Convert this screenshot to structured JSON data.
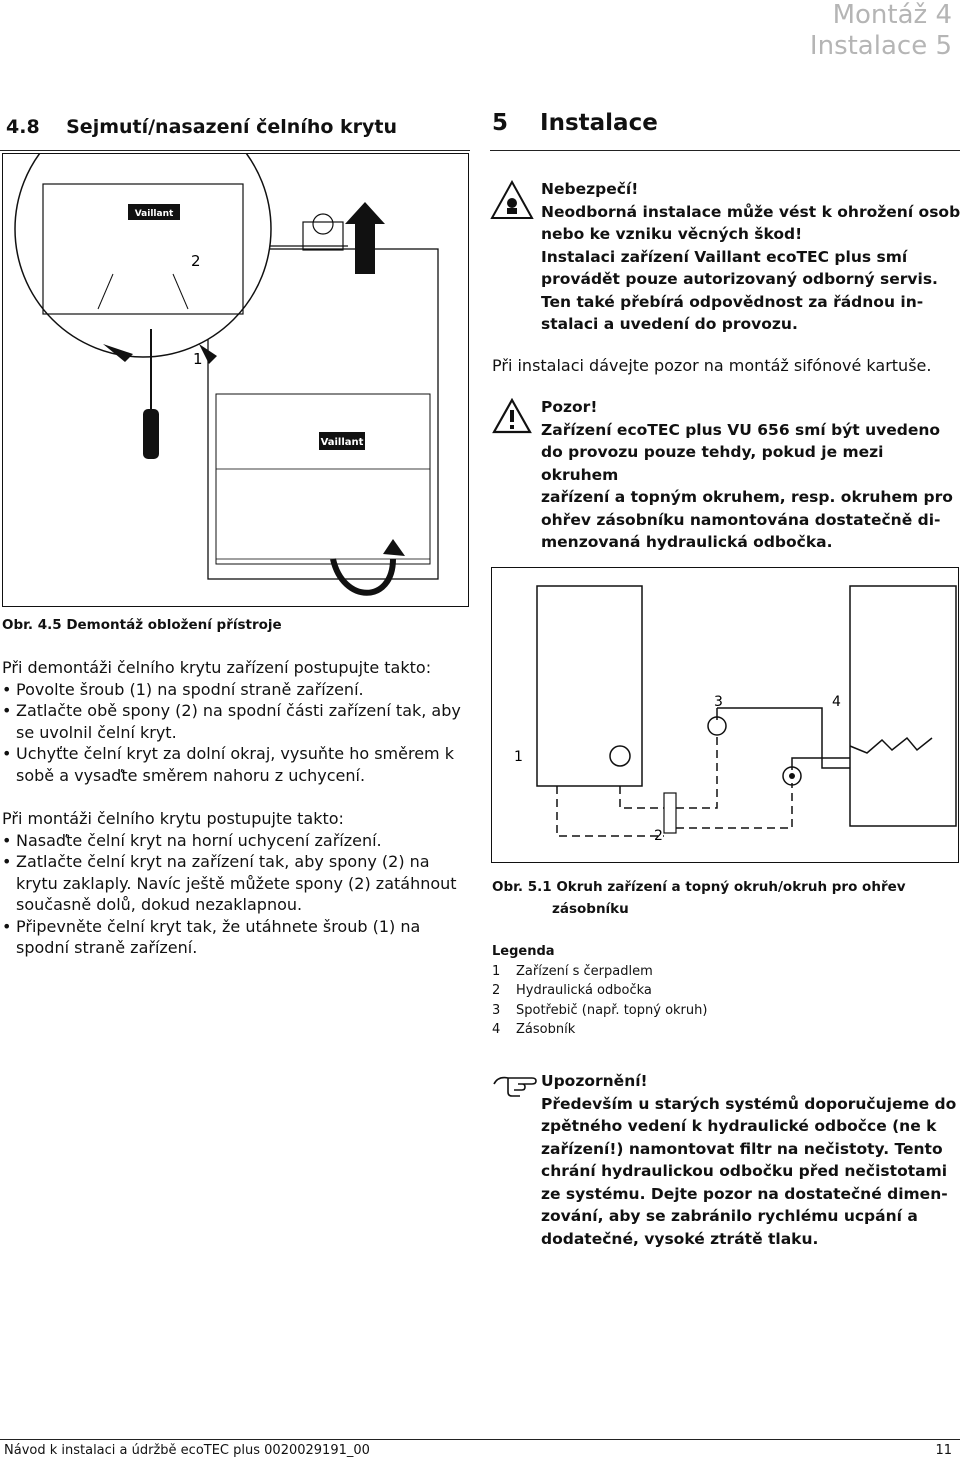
{
  "header": {
    "line1": "Montáž 4",
    "line2": "Instalace 5"
  },
  "left": {
    "section_title": "4.8    Sejmutí/nasazení čelního krytu",
    "figure": {
      "label_1": "1",
      "label_2": "2",
      "brand": "Vaillant"
    },
    "caption": "Obr. 4.5 Demontáž obložení přístroje",
    "removal_intro": "Při demontáži čelního krytu zařízení postupujte takto:",
    "removal_steps": [
      "Povolte šroub (1) na spodní straně zařízení.",
      "Zatlačte obě spony (2) na spodní části zařízení tak, aby se uvolnil čelní kryt.",
      "Uchyťte čelní kryt za dolní okraj, vysuňte ho směrem k sobě a vysaďte směrem nahoru z uchycení."
    ],
    "mount_intro": "Při montáži čelního krytu postupujte takto:",
    "mount_steps": [
      "Nasaďte čelní kryt na horní uchycení zařízení.",
      "Zatlačte čelní kryt na zařízení tak, aby spony (2) na krytu zaklaply. Navíc ještě můžete spony (2) zatáhnout současně dolů, dokud nezaklapnou.",
      "Připevněte čelní kryt tak, že utáhnete šroub (1) na spodní straně zařízení."
    ]
  },
  "right": {
    "section_title": "5    Instalace",
    "danger": {
      "title": "Nebezpečí!",
      "lines": [
        "Neodborná instalace může vést k ohrožení osob",
        "nebo ke vzniku věcných škod!",
        "Instalaci zařízení Vaillant ecoTEC plus smí",
        "provádět pouze autorizovaný odborný servis.",
        "Ten také přebírá odpovědnost za řádnou in-",
        "stalaci a uvedení do provozu."
      ]
    },
    "siphon_note": "Při instalaci dávejte pozor na montáž sifónové kartuše.",
    "caution": {
      "title": "Pozor!",
      "lines": [
        "Zařízení ecoTEC plus VU 656 smí být uvedeno",
        "do provozu pouze tehdy, pokud je mezi okruhem",
        "zařízení a topným okruhem, resp. okruhem pro",
        "ohřev zásobníku namontována dostatečně di-",
        "menzovaná hydraulická odbočka."
      ]
    },
    "figure": {
      "label_1": "1",
      "label_2": "2",
      "label_3": "3",
      "label_4": "4"
    },
    "caption_line1": "Obr. 5.1 Okruh zařízení a topný okruh/okruh pro ohřev",
    "caption_line2": "zásobníku",
    "legend_title": "Legenda",
    "legend": [
      {
        "num": "1",
        "text": "Zařízení s čerpadlem"
      },
      {
        "num": "2",
        "text": "Hydraulická odbočka"
      },
      {
        "num": "3",
        "text": "Spotřebič (např. topný okruh)"
      },
      {
        "num": "4",
        "text": "Zásobník"
      }
    ],
    "notice": {
      "title": "Upozornění!",
      "lines": [
        "Především u starých systémů doporučujeme do",
        "zpětného vedení k hydraulické odbočce (ne k",
        "zařízení!) namontovat filtr na nečistoty. Tento",
        "chrání hydraulickou odbočku před nečistotami",
        "ze systému. Dejte pozor na dostatečné dimen-",
        "zování, aby se zabránilo rychlému ucpání a",
        "dodatečné, vysoké ztrátě tlaku."
      ]
    }
  },
  "footer": {
    "left": "Návod k instalaci a údržbě ecoTEC plus 0020029191_00",
    "page": "11"
  }
}
